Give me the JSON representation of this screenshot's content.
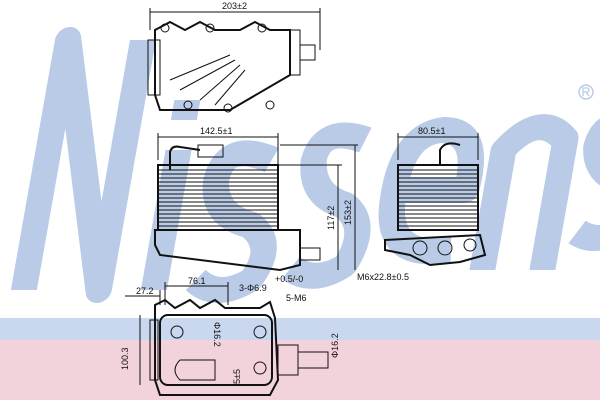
{
  "watermark": {
    "text": "Nissens",
    "symbol": "®",
    "color": "#b9cbe6"
  },
  "bands": {
    "blue": "#c9d8ee",
    "pink": "#f3d3db"
  },
  "dimensions": {
    "overall_length": "203±2",
    "core_length": "142.5±1",
    "side_width": "80.5±1",
    "core_height": "117±2",
    "total_height": "153±2",
    "thread": "M6x22.8±0.5",
    "offset": "27.2",
    "hole_spacing": "76.1",
    "holes": "3-Φ6.9",
    "holes_tol": "+0.5/-0",
    "threads": "5-M6",
    "port_dia_inner": "Φ16.2",
    "port_dia_outer": "Φ16.2",
    "plate_height": "100.3",
    "small_offset": "5±5"
  }
}
